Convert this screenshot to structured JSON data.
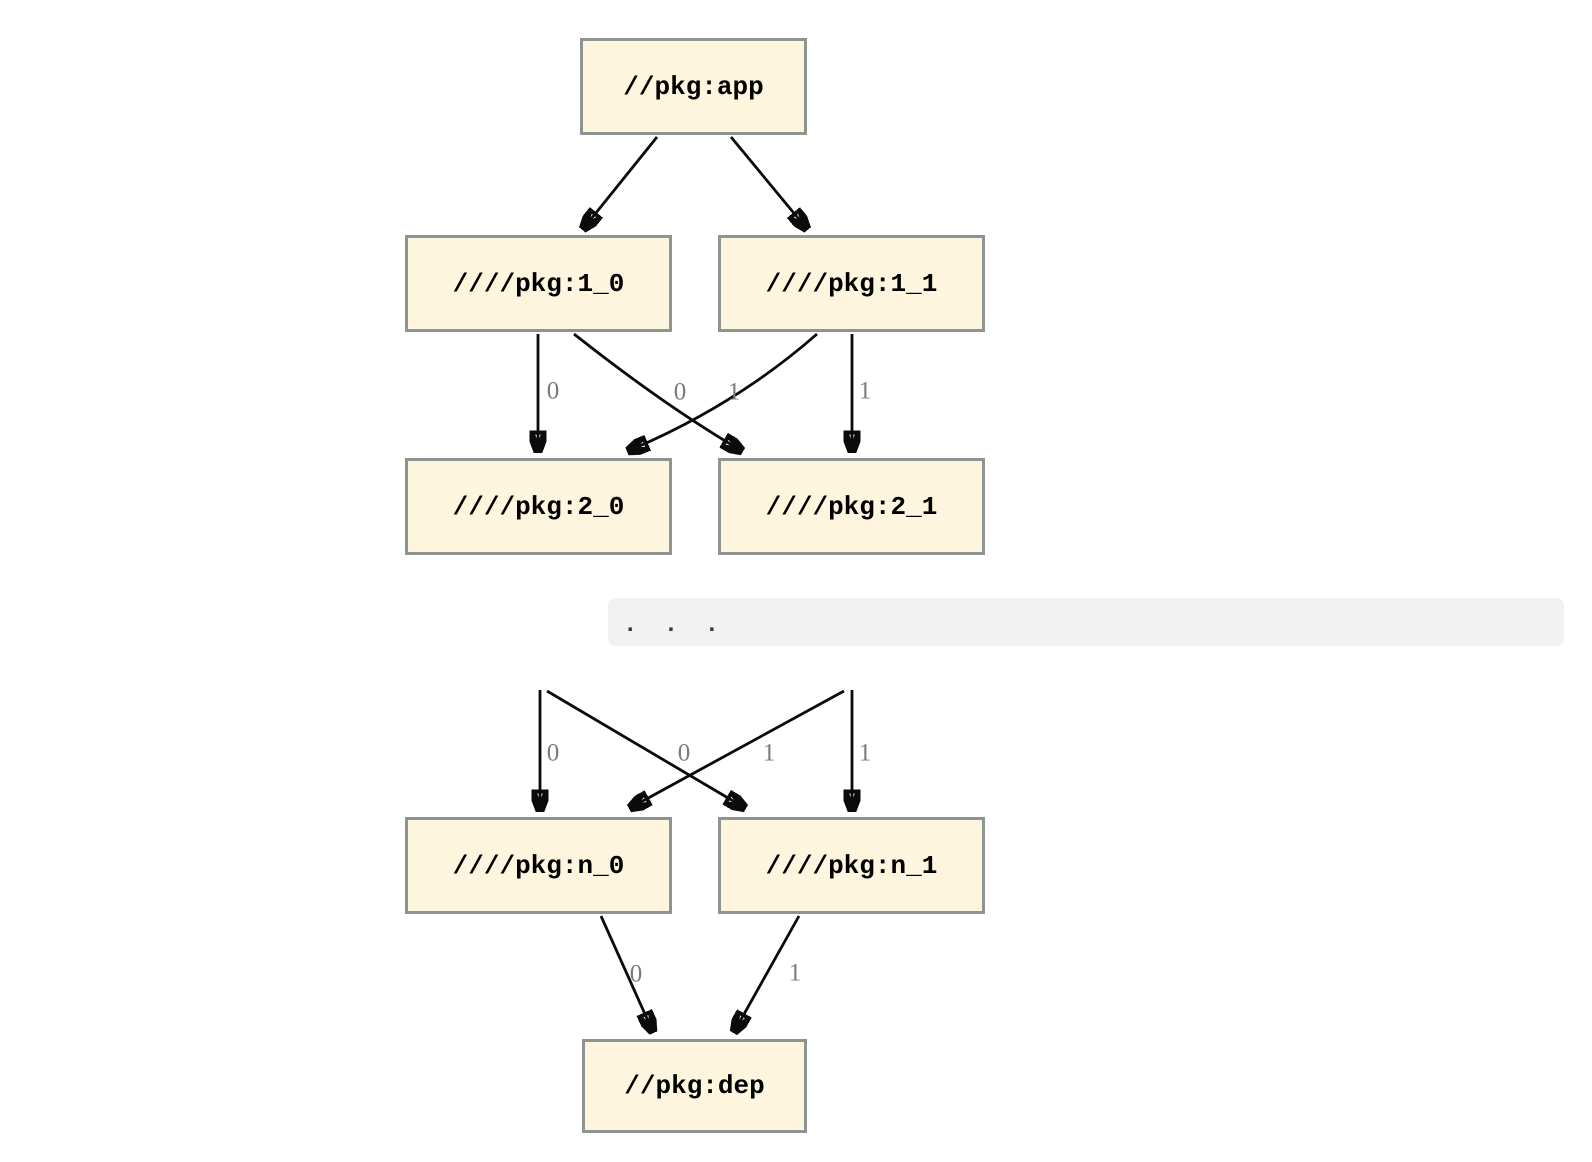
{
  "diagram": {
    "ellipsis": ". . .",
    "nodes": {
      "app": {
        "label": "//pkg:app"
      },
      "l1_0": {
        "label": "////pkg:1_0"
      },
      "l1_1": {
        "label": "////pkg:1_1"
      },
      "l2_0": {
        "label": "////pkg:2_0"
      },
      "l2_1": {
        "label": "////pkg:2_1"
      },
      "ln_0": {
        "label": "////pkg:n_0"
      },
      "ln_1": {
        "label": "////pkg:n_1"
      },
      "dep": {
        "label": "//pkg:dep"
      }
    },
    "edges": {
      "app_to_1_0": {
        "from": "//pkg:app",
        "to": "////pkg:1_0",
        "label": ""
      },
      "app_to_1_1": {
        "from": "//pkg:app",
        "to": "////pkg:1_1",
        "label": ""
      },
      "n1_0_to_2_0": {
        "from": "////pkg:1_0",
        "to": "////pkg:2_0",
        "label": "0"
      },
      "n1_1_to_2_0": {
        "from": "////pkg:1_1",
        "to": "////pkg:2_0",
        "label": "0"
      },
      "n1_0_to_2_1": {
        "from": "////pkg:1_0",
        "to": "////pkg:2_1",
        "label": "1"
      },
      "n1_1_to_2_1": {
        "from": "////pkg:1_1",
        "to": "////pkg:2_1",
        "label": "1"
      },
      "prev_to_n_0_vertical": {
        "to": "////pkg:n_0",
        "label": "0"
      },
      "prev_to_n_0_cross": {
        "to": "////pkg:n_0",
        "label": "0"
      },
      "prev_to_n_1_cross": {
        "to": "////pkg:n_1",
        "label": "1"
      },
      "prev_to_n_1_vertical": {
        "to": "////pkg:n_1",
        "label": "1"
      },
      "n_0_to_dep": {
        "from": "////pkg:n_0",
        "to": "//pkg:dep",
        "label": "0"
      },
      "n_1_to_dep": {
        "from": "////pkg:n_1",
        "to": "//pkg:dep",
        "label": "1"
      }
    }
  },
  "colors": {
    "node_fill": "#fdf5dd",
    "node_border": "#8e9591",
    "edge_color": "#0b0b0b",
    "edge_label_color": "#7b7b7b",
    "ellipsis_bg": "#f1f1f1",
    "ellipsis_dot_color": "#3a3a3a"
  }
}
